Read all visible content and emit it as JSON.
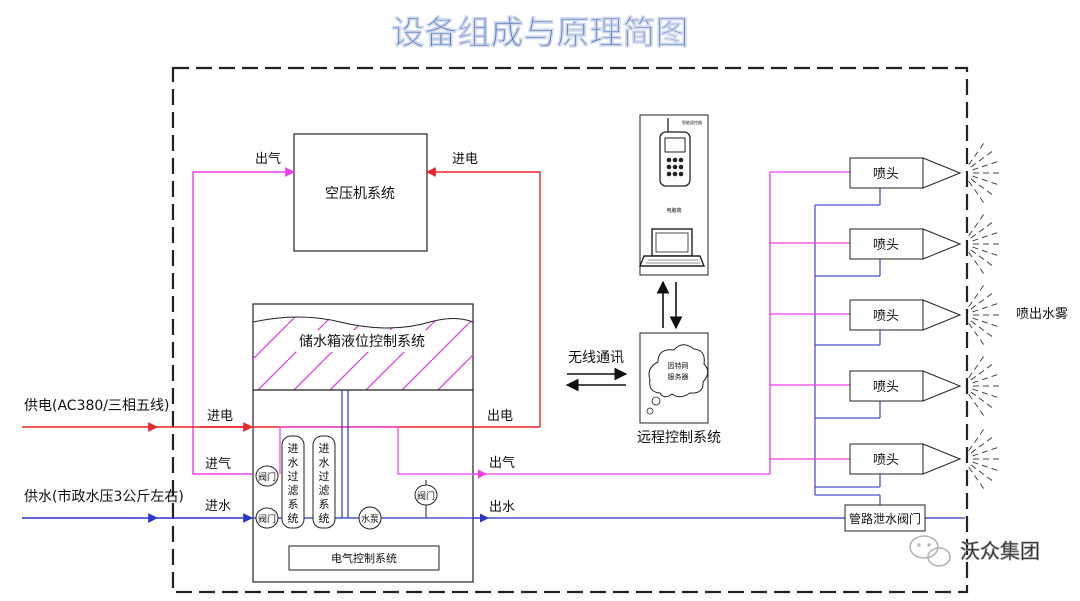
{
  "title": "设备组成与原理简图",
  "colors": {
    "title": "#4a6fb5",
    "power": "#e8252a",
    "air": "#ee3fe8",
    "water": "#2a36c8",
    "blue_line": "#4b50c8",
    "hatch": "#e040e0",
    "frame": "#222222"
  },
  "air_compressor": {
    "label": "空压机系统",
    "air_out_label": "出气",
    "power_in_label": "进电"
  },
  "tank": {
    "label": "储水箱液位控制系统"
  },
  "inputs": {
    "power_supply_label": "供电(AC380/三相五线)",
    "water_supply_label": "供水(市政水压3公斤左右)",
    "power_in_label": "进电",
    "air_in_label": "进气",
    "water_in_label": "进水"
  },
  "outputs": {
    "power_out_label": "出电",
    "air_out_label": "出气",
    "water_out_label": "出水"
  },
  "internal": {
    "valve_label": "阀门",
    "filter1_label": [
      "进",
      "水",
      "过",
      "滤",
      "系",
      "统"
    ],
    "filter2_label": [
      "进",
      "水",
      "过",
      "滤",
      "系",
      "统"
    ],
    "pump_label": "水泵",
    "electrical_control_label": "电气控制系统"
  },
  "remote": {
    "wireless_label": "无线通讯",
    "server_label_line1": "因特网",
    "server_label_line2": "服务器",
    "system_label": "远程控制系统",
    "device_top_label": "智能遥控器",
    "device_mid_label": "电脑端"
  },
  "nozzles": {
    "label": "喷头",
    "count": 5,
    "spray_label": "喷出水雾",
    "drain_valve_label": "管路泄水阀门"
  },
  "watermark": {
    "text": "沃众集团",
    "icon": "wechat-icon"
  }
}
